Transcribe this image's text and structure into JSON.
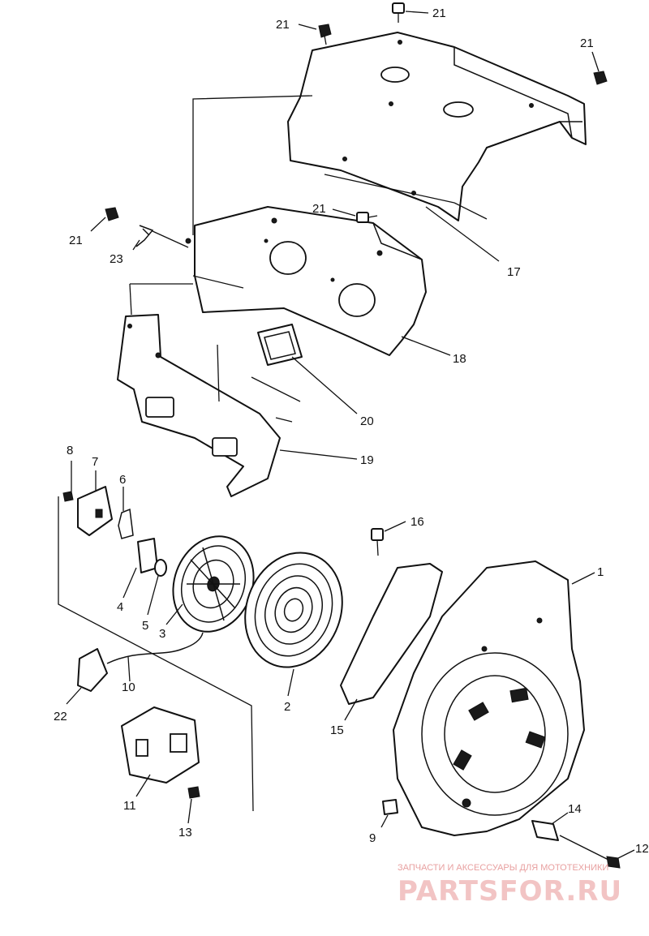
{
  "callouts": {
    "c1": "1",
    "c2": "2",
    "c3": "3",
    "c4": "4",
    "c5": "5",
    "c6": "6",
    "c7": "7",
    "c8": "8",
    "c9": "9",
    "c10": "10",
    "c11": "11",
    "c12": "12",
    "c13": "13",
    "c14": "14",
    "c15": "15",
    "c16": "16",
    "c17": "17",
    "c18": "18",
    "c19": "19",
    "c20": "20",
    "c21a": "21",
    "c21b": "21",
    "c21c": "21",
    "c21d": "21",
    "c21e": "21",
    "c22": "22",
    "c23": "23"
  },
  "watermark": {
    "tagline": "ЗАПЧАСТИ И АКСЕССУАРЫ ДЛЯ МОТОТЕХНИКИ",
    "brand": "PARTSFOR.RU"
  }
}
